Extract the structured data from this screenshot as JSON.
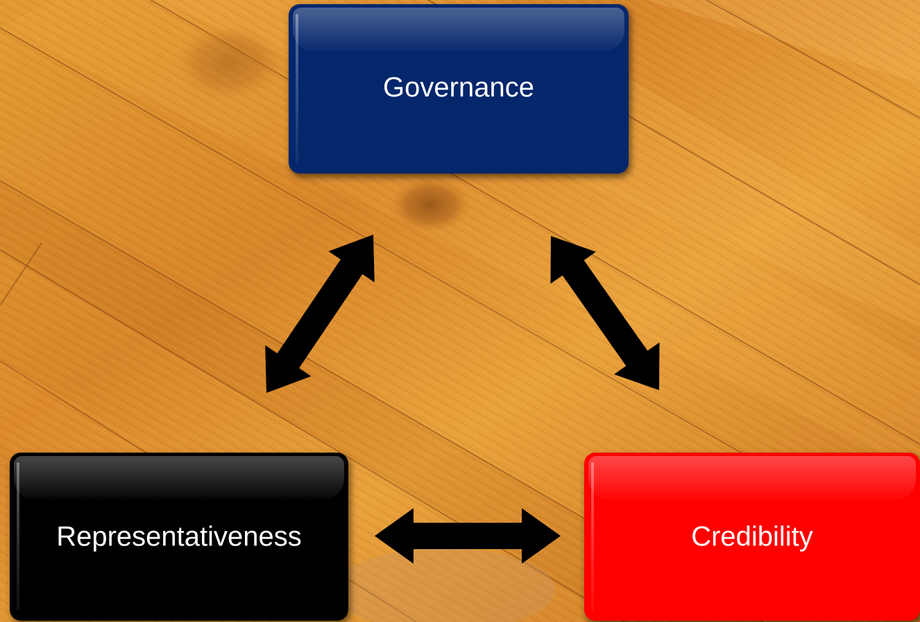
{
  "nodes": {
    "governance": {
      "label": "Governance",
      "color": "#04266b"
    },
    "representativeness": {
      "label": "Representativeness",
      "color": "#000000"
    },
    "credibility": {
      "label": "Credibility",
      "color": "#ff0000"
    }
  },
  "edges": [
    {
      "from": "governance",
      "to": "representativeness",
      "style": "double-arrow"
    },
    {
      "from": "governance",
      "to": "credibility",
      "style": "double-arrow"
    },
    {
      "from": "representativeness",
      "to": "credibility",
      "style": "double-arrow"
    }
  ],
  "background": {
    "texture": "wood-floor",
    "colors": [
      "#e0922a",
      "#c77520",
      "#f2b24a"
    ]
  }
}
